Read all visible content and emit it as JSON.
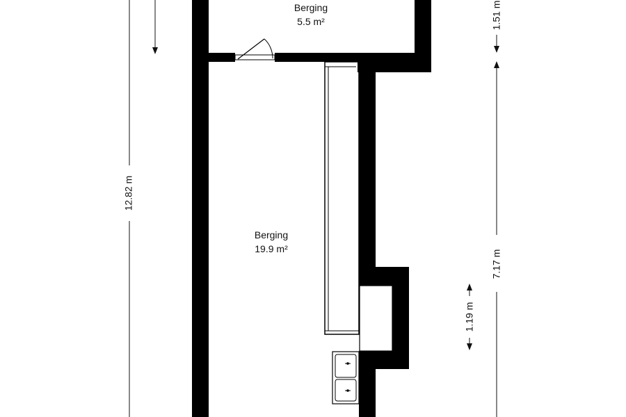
{
  "rooms": [
    {
      "name": "Berging",
      "area": "5.5 m²"
    },
    {
      "name": "Berging",
      "area": "19.9 m²"
    }
  ],
  "dimensions": {
    "overall_height": "12.82 m",
    "upper_room_height": "1.51 m",
    "lower_right_height": "7.17 m",
    "niche_height": "1.19 m"
  },
  "colors": {
    "wall": "#000000",
    "background": "#ffffff",
    "text": "#111111"
  }
}
